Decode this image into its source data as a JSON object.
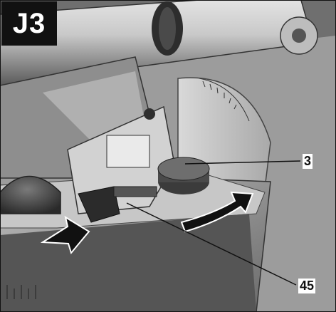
{
  "figure": {
    "label": "J3",
    "callouts": [
      {
        "id": "3",
        "text": "3"
      },
      {
        "id": "45",
        "text": "45"
      }
    ]
  },
  "colors": {
    "background": "#ffffff",
    "ink": "#111111",
    "metal_light": "#d6d6d6",
    "metal_mid": "#9a9a9a",
    "metal_dark": "#3c3c3c"
  }
}
